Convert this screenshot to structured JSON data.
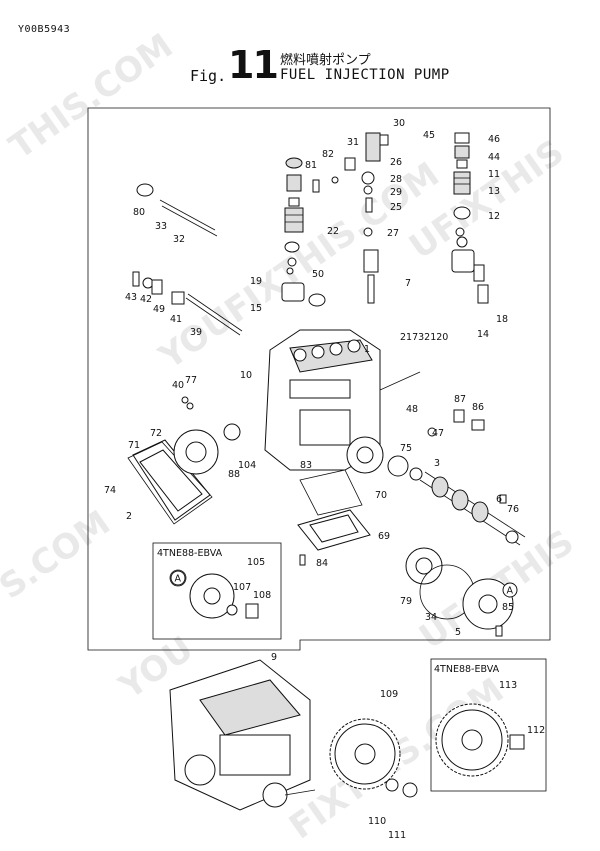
{
  "doc_code": "Y00B5943",
  "figure": {
    "prefix": "Fig.",
    "number": "11",
    "title_jp": "燃料噴射ポンプ",
    "title_en": "FUEL INJECTION PUMP"
  },
  "variant_box_main": {
    "title": "4TNE88-EBVA",
    "mark": "A"
  },
  "variant_box_gear": {
    "title": "4TNE88-EBVA"
  },
  "mark_a": "A",
  "callouts": [
    "30",
    "31",
    "82",
    "45",
    "46",
    "26",
    "81",
    "28",
    "29",
    "25",
    "44",
    "11",
    "13",
    "12",
    "22",
    "27",
    "7",
    "50",
    "19",
    "15",
    "18",
    "14",
    "80",
    "33",
    "32",
    "43",
    "42",
    "49",
    "41",
    "39",
    "1",
    "21732120",
    "10",
    "40",
    "77",
    "48",
    "47",
    "87",
    "86",
    "72",
    "71",
    "74",
    "88",
    "104",
    "83",
    "75",
    "3",
    "6",
    "76",
    "70",
    "69",
    "84",
    "2",
    "79",
    "34",
    "5",
    "85",
    "105",
    "107",
    "108",
    "9",
    "109",
    "110",
    "111",
    "113",
    "112"
  ]
}
